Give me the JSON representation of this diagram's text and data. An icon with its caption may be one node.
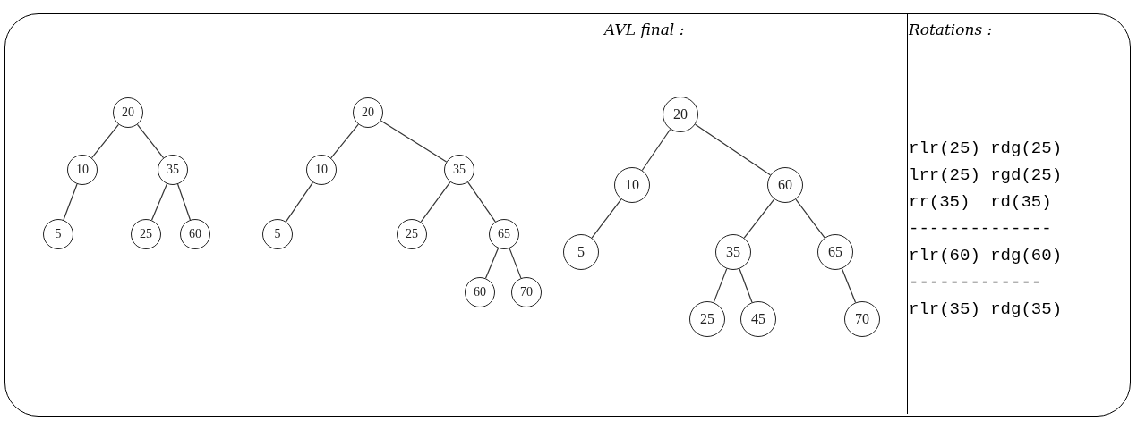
{
  "diagram": {
    "nodes": [
      {
        "text": [
          "20"
        ]
      },
      {
        "text": [
          "10"
        ]
      },
      {
        "text": [
          "35"
        ]
      },
      {
        "text": [
          "5"
        ]
      },
      {
        "text": [
          "25"
        ]
      },
      {
        "text": [
          "60"
        ]
      },
      {
        "text": [
          "20"
        ]
      },
      {
        "text": [
          "10"
        ]
      },
      {
        "text": [
          "35"
        ]
      },
      {
        "text": [
          "5"
        ]
      },
      {
        "text": [
          "25"
        ]
      },
      {
        "text": [
          "65"
        ]
      },
      {
        "text": [
          "60"
        ]
      },
      {
        "text": [
          "70"
        ]
      },
      {
        "text": [
          "20"
        ]
      },
      {
        "text": [
          "10"
        ]
      },
      {
        "text": [
          "60"
        ]
      },
      {
        "text": [
          "5"
        ]
      },
      {
        "text": [
          "35"
        ]
      },
      {
        "text": [
          "65"
        ]
      },
      {
        "text": [
          "25"
        ]
      },
      {
        "text": [
          "45"
        ]
      },
      {
        "text": [
          "70"
        ]
      }
    ],
    "edges": [
      {
        "from": 0,
        "to": 1,
        "arrow": "none"
      },
      {
        "from": 0,
        "to": 2,
        "arrow": "none"
      },
      {
        "from": 1,
        "to": 3,
        "arrow": "none"
      },
      {
        "from": 2,
        "to": 4,
        "arrow": "none"
      },
      {
        "from": 2,
        "to": 5,
        "arrow": "none"
      },
      {
        "from": 6,
        "to": 7,
        "arrow": "none"
      },
      {
        "from": 6,
        "to": 8,
        "arrow": "none"
      },
      {
        "from": 7,
        "to": 9,
        "arrow": "none"
      },
      {
        "from": 8,
        "to": 10,
        "arrow": "none"
      },
      {
        "from": 8,
        "to": 11,
        "arrow": "none"
      },
      {
        "from": 11,
        "to": 12,
        "arrow": "none"
      },
      {
        "from": 11,
        "to": 13,
        "arrow": "none"
      },
      {
        "from": 14,
        "to": 15,
        "arrow": "none"
      },
      {
        "from": 14,
        "to": 16,
        "arrow": "none"
      },
      {
        "from": 15,
        "to": 17,
        "arrow": "none"
      },
      {
        "from": 16,
        "to": 18,
        "arrow": "none"
      },
      {
        "from": 16,
        "to": 19,
        "arrow": "none"
      },
      {
        "from": 18,
        "to": 20,
        "arrow": "none"
      },
      {
        "from": 18,
        "to": 21,
        "arrow": "none"
      },
      {
        "from": 19,
        "to": 22,
        "arrow": "none"
      }
    ],
    "labels": [
      "AVL final :",
      "Rotations :",
      "rlr(25) rdg(25)",
      "lrr(25) rgd(25)",
      "rr(35)  rd(35)",
      "--------------",
      "rlr(60) rdg(60)",
      "-------------",
      "rlr(35) rdg(35)"
    ]
  }
}
